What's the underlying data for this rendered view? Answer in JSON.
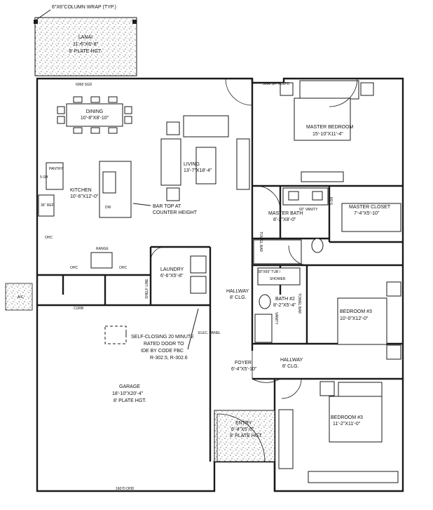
{
  "title_note": "6\"X6\"COLUMN WRAP (TYP.)",
  "rooms": {
    "lanai": {
      "name": "LANAI",
      "dims": "11'-6\"X6'-8\"",
      "note": "8' PLATE HGT."
    },
    "dining": {
      "name": "DINING",
      "dims": "10'-8\"X8'-10\""
    },
    "living": {
      "name": "LIVING",
      "dims": "13'-7\"X18'-4\""
    },
    "kitchen": {
      "name": "KITCHEN",
      "dims": "10'-6\"X12'-0\""
    },
    "master_bedroom": {
      "name": "MASTER BEDROOM",
      "dims": "15'-10\"X11'-4\""
    },
    "master_bath": {
      "name": "MASTER BATH",
      "dims": "8'-2\"X8'-0\""
    },
    "master_closet": {
      "name": "MASTER CLOSET",
      "dims": "7'-4\"X5'-10\""
    },
    "laundry": {
      "name": "LAUNDRY",
      "dims": "6'-6\"X5'-8\""
    },
    "bath2": {
      "name": "BATH #2",
      "dims": "8'-2\"X5'-4\""
    },
    "bedroom3a": {
      "name": "BEDROOM #3",
      "dims": "10'-0\"X12'-0\""
    },
    "bedroom3b": {
      "name": "BEDROOM #3",
      "dims": "11'-2\"X11'-0\""
    },
    "garage": {
      "name": "GARAGE",
      "dims": "18'-10\"X20'-4\"",
      "note": "8' PLATE HGT."
    },
    "entry": {
      "name": "ENTRY",
      "dims": "6'-4\"X5'-0\"",
      "note": "8' PLATE HGT."
    },
    "foyer": {
      "name": "FOYER",
      "dims": "6'-4\"X5'-10\""
    },
    "hallway1": {
      "name": "HALLWAY",
      "note": "8' CLG."
    },
    "hallway2": {
      "name": "HALLWAY",
      "note": "8' CLG."
    }
  },
  "callouts": {
    "bar_top": "BAR TOP AT",
    "counter_height": "COUNTER HEIGHT",
    "sgd_lanai": "6068 SGD",
    "sgd_master": "3068 SH TEMPD",
    "pantry": "PANTRY",
    "sh": "5-SH",
    "ref": "36\" REF",
    "dw": "DW",
    "range": "RANGE",
    "ohc1": "OHC",
    "ohc2": "OHC",
    "ohc3": "OHC",
    "curb": "CURB",
    "shelf_line": "SHELF LINE",
    "elec_panel": "ELEC. PANEL",
    "self_closing_1": "SELF-CLOSING 20 MINUTE",
    "self_closing_2": "RATED DOOR TO",
    "self_closing_3": "IDE BY CODE FBC",
    "self_closing_4": "R-302.5, R-302.6",
    "towel_bar1": "TOWEL BAR",
    "towel_bar2": "TOWEL BAR",
    "vanity1": "60\" VANITY",
    "vanity2": "VANITY",
    "shower": "SHOWER",
    "tub": "30\"X60\" TUB /",
    "sh2": "5-SH",
    "ohd": "16070 OHD",
    "ac": "A/C"
  }
}
